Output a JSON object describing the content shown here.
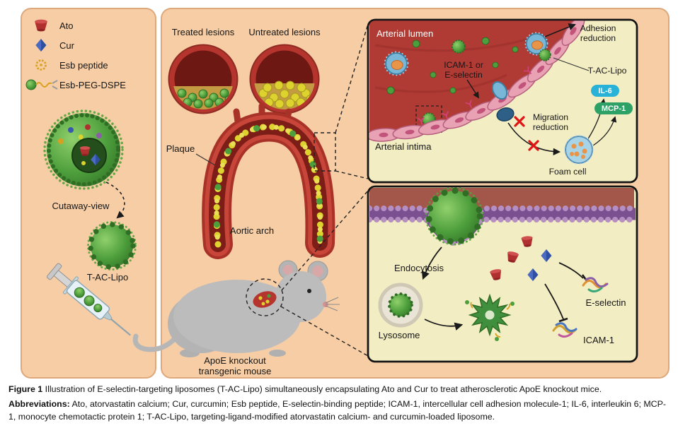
{
  "colors": {
    "background": "#f6cda4",
    "artery_red": "#b5352e",
    "liposome_green": "#4d9e3c",
    "plaque_yellow": "#ddd22e",
    "il6_pill": "#29b2d8",
    "mcp1_pill": "#2ea266"
  },
  "legend": {
    "items": [
      "Ato",
      "Cur",
      "Esb peptide",
      "Esb-PEG-DSPE"
    ]
  },
  "left_panel": {
    "cutaway_label": "Cutaway-view",
    "t_ac_lipo_label": "T-AC-Lipo"
  },
  "middle_panel": {
    "treated_label": "Treated lesions",
    "untreated_label": "Untreated lesions",
    "plaque_label": "Plaque",
    "aortic_arch_label": "Aortic arch",
    "mouse_label": [
      "ApoE knockout",
      "transgenic mouse"
    ]
  },
  "lumen_panel": {
    "arterial_lumen": "Arterial lumen",
    "icam_selectin": [
      "ICAM-1 or",
      "E-selectin"
    ],
    "adhesion_reduction": [
      "Adhesion",
      "reduction"
    ],
    "t_ac_lipo": "T-AC-Lipo",
    "il6": "IL-6",
    "mcp1": "MCP-1",
    "migration_reduction": [
      "Migration",
      "reduction"
    ],
    "foam_cell": "Foam cell",
    "arterial_intima": "Arterial intima"
  },
  "cell_panel": {
    "endocytosis": "Endocytosis",
    "lysosome": "Lysosome",
    "e_selectin": "E-selectin",
    "icam1": "ICAM-1"
  },
  "caption": {
    "figure_label": "Figure 1",
    "figure_text": "Illustration of E-selectin-targeting liposomes (T-AC-Lipo) simultaneously encapsulating Ato and Cur to treat atherosclerotic ApoE knockout mice.",
    "abbrev_label": "Abbreviations:",
    "abbrev_text": "Ato, atorvastatin calcium; Cur, curcumin; Esb peptide, E-selectin-binding peptide; ICAM-1, intercellular cell adhesion molecule-1; IL-6, interleukin 6; MCP-1, monocyte chemotactic protein 1; T-AC-Lipo, targeting-ligand-modified atorvastatin calcium- and curcumin-loaded liposome."
  }
}
